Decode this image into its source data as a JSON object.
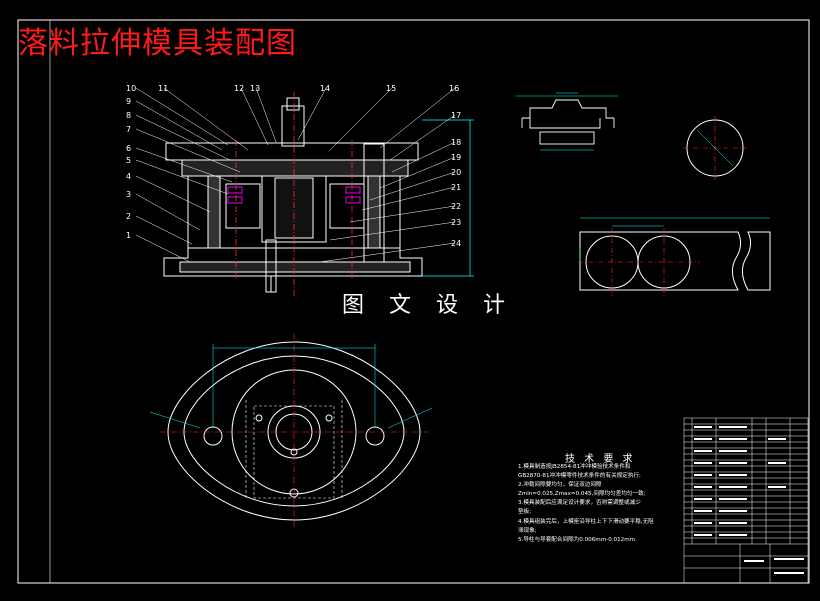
{
  "drawing": {
    "title": "落料拉伸模具装配图",
    "watermark": "图 文 设 计",
    "part_numbers": [
      "1",
      "2",
      "3",
      "4",
      "5",
      "6",
      "7",
      "8",
      "9",
      "10",
      "11",
      "12",
      "13",
      "14",
      "15",
      "16",
      "17",
      "18",
      "19",
      "20",
      "21",
      "22",
      "23",
      "24"
    ],
    "tech_requirements": {
      "heading": "技 术 要 求",
      "lines": [
        "1.模具制造按JB2854-81冲冲模验技术条件和",
        "GB2870-81冲冲模零件技术条件的有关规定执行;",
        "2.冲裁间隙要均匀，保证双边间隙",
        "Zmin=0.025,Zmax=0.045,间隙均匀差均匀一致;",
        "3.模具装配后应满足设计要求，否则需调整或减少",
        "垫板;",
        "4.模具组装完后，上模座沿导柱上下下滑动要平稳,无阻",
        "滞现象;",
        "5.导柱与导套配合间隙为0.006mm-0.012mm."
      ]
    },
    "colors": {
      "line": "#ffffff",
      "center": "#ff2b2b",
      "dim": "#00ffff",
      "section": "#ff00ff",
      "leader": "#ffffff",
      "title": "#ff1a1a"
    }
  }
}
